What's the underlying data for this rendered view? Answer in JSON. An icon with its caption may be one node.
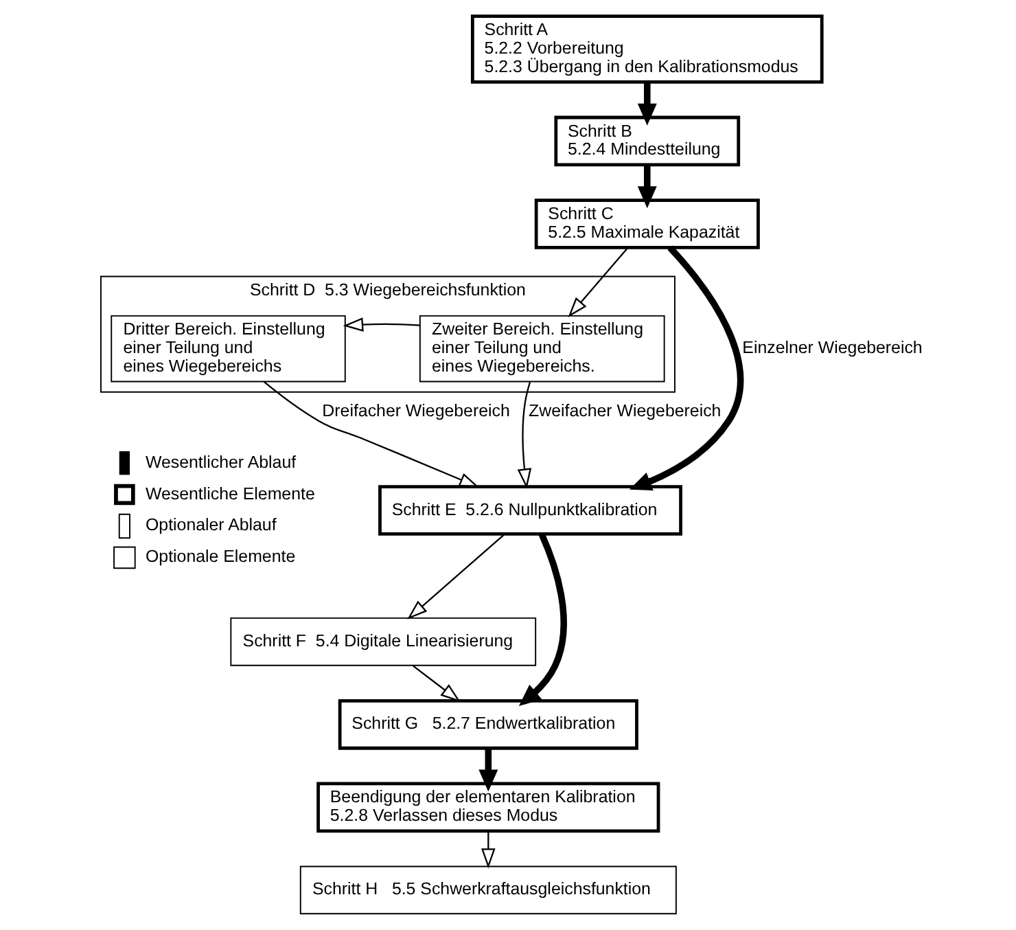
{
  "diagram": {
    "nodes": [
      {
        "text": [
          "Schritt A",
          "5.2.2 Vorbereitung",
          "5.2.3 Übergang in den Kalibrationsmodus"
        ]
      },
      {
        "text": [
          "Schritt B",
          "5.2.4 Mindestteilung"
        ]
      },
      {
        "text": [
          "Schritt C",
          "5.2.5 Maximale Kapazität"
        ]
      },
      {
        "text": [
          "Schritt D  5.3 Wiegebereichsfunktion"
        ]
      },
      {
        "text": [
          "Zweiter Bereich. Einstellung einer Teilung und eines Wiegebereichs."
        ],
        "in": 3
      },
      {
        "text": [
          "Dritter Bereich. Einstellung einer Teilung und eines Wiegebereichs"
        ],
        "in": 3
      },
      {
        "text": [
          "Schritt E  5.2.6 Nullpunktkalibration"
        ]
      },
      {
        "text": [
          "Schritt F  5.4 Digitale Linearisierung"
        ]
      },
      {
        "text": [
          "Schritt G   5.2.7 Endwertkalibration"
        ]
      },
      {
        "text": [
          "Beendigung der elementaren Kalibration",
          "5.2.8 Verlassen dieses Modus"
        ]
      },
      {
        "text": [
          "Schritt H   5.5 Schwerkraftausgleichsfunktion"
        ]
      }
    ],
    "edges": [
      {
        "from": 0,
        "to": 1,
        "arrow": "to",
        "style": "thick"
      },
      {
        "from": 1,
        "to": 2,
        "arrow": "to",
        "style": "thick"
      },
      {
        "from": 2,
        "to": 4,
        "arrow": "to"
      },
      {
        "from": 4,
        "to": 5,
        "arrow": "to"
      },
      {
        "from": 2,
        "to": 6,
        "arrow": "to",
        "style": "thick",
        "label": "Einzelner Wiegebereich"
      },
      {
        "from": 4,
        "to": 6,
        "arrow": "to",
        "label": "Zweifacher Wiegebereich"
      },
      {
        "from": 5,
        "to": 6,
        "arrow": "to",
        "label": "Dreifacher Wiegebereich"
      },
      {
        "from": 6,
        "to": 7,
        "arrow": "to"
      },
      {
        "from": 7,
        "to": 8,
        "arrow": "to"
      },
      {
        "from": 6,
        "to": 8,
        "arrow": "to",
        "style": "thick"
      },
      {
        "from": 8,
        "to": 9,
        "arrow": "to",
        "style": "thick"
      },
      {
        "from": 9,
        "to": 10,
        "arrow": "to"
      }
    ],
    "legend": [
      {
        "text": "Wesentlicher Ablauf"
      },
      {
        "text": "Wesentliche Elemente"
      },
      {
        "text": "Optionaler Ablauf"
      },
      {
        "text": "Optionale Elemente"
      }
    ]
  }
}
